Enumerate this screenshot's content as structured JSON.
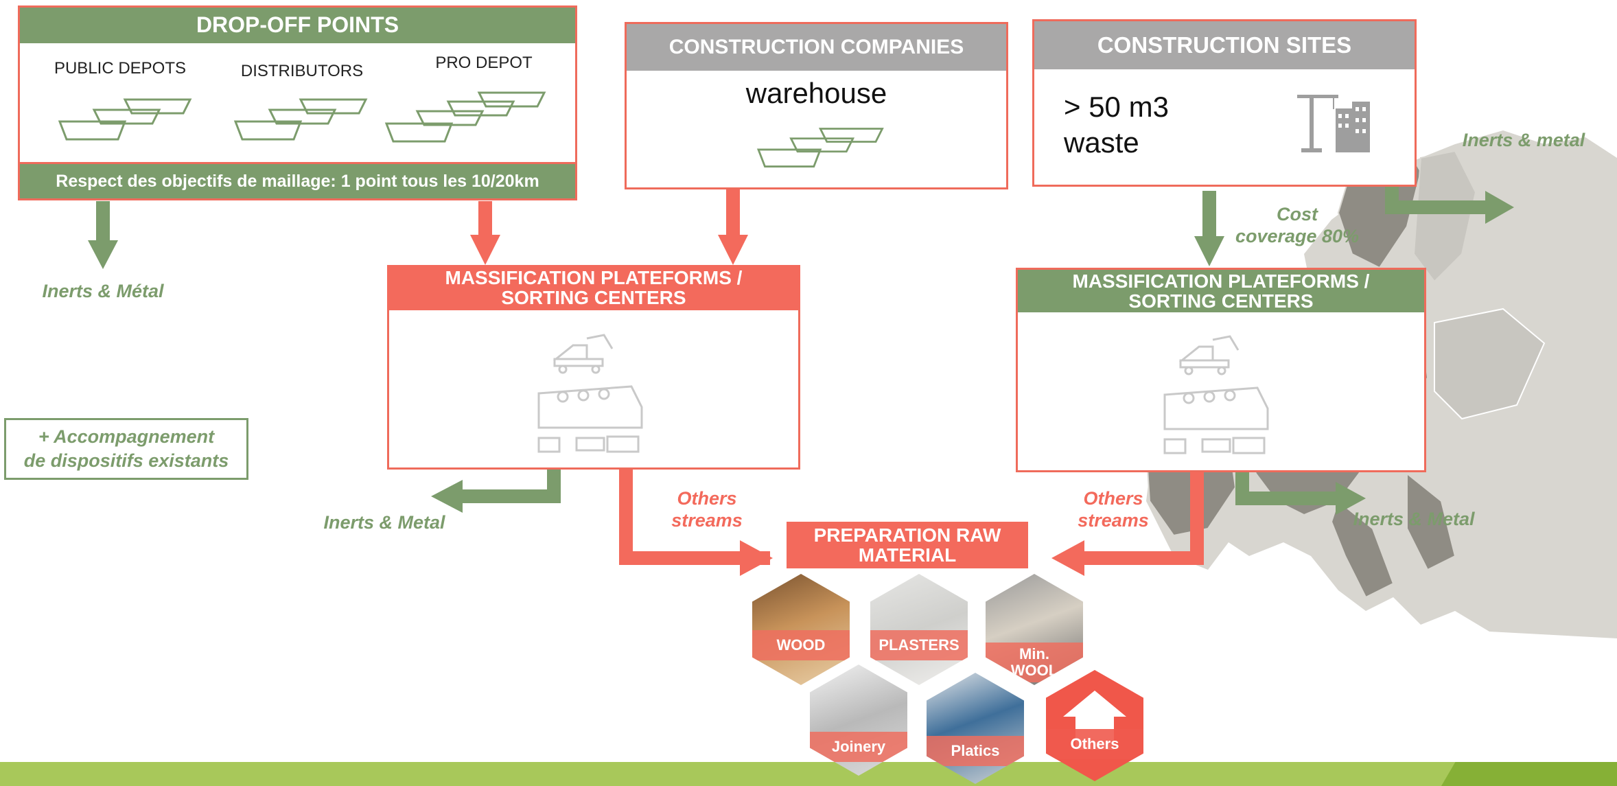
{
  "dropoff": {
    "title": "DROP-OFF POINTS",
    "col1": "PUBLIC DEPOTS",
    "col2": "DISTRIBUTORS",
    "col3": "PRO DEPOT",
    "footer": "Respect des objectifs de maillage: 1 point tous les 10/20km",
    "out_label": "Inerts & Métal"
  },
  "companies": {
    "title": "CONSTRUCTION COMPANIES",
    "body": "warehouse"
  },
  "sites": {
    "title": "CONSTRUCTION SITES",
    "body_line1": "> 50 m3",
    "body_line2": "waste"
  },
  "cost": {
    "line1": "Cost",
    "line2": "coverage 80%"
  },
  "massif_left": {
    "title_line1": "MASSIFICATION PLATEFORMS /",
    "title_line2": "SORTING CENTERS"
  },
  "massif_right": {
    "title_line1": "MASSIFICATION PLATEFORMS /",
    "title_line2": "SORTING CENTERS"
  },
  "accomp": {
    "line1": "+ Accompagnement",
    "line2": "de dispositifs existants"
  },
  "labels": {
    "inerts_metal_left": "Inerts & Metal",
    "others_left_1": "Others",
    "others_left_2": "streams",
    "others_right_1": "Others",
    "others_right_2": "streams",
    "inerts_metal_right": "Inerts & Metal",
    "inerts_metal_top": "Inerts & metal"
  },
  "prep": {
    "line1": "PREPARATION RAW",
    "line2": "MATERIAL"
  },
  "materials": {
    "wood": "WOOD",
    "plasters": "PLASTERS",
    "minwool_1": "Min.",
    "minwool_2": "WOOL",
    "joinery": "Joinery",
    "platics": "Platics",
    "others": "Others"
  },
  "colors": {
    "green": "#7c9c6c",
    "coral": "#f36a5c",
    "grey": "#a9a8a8",
    "map": "#8f8c84",
    "lime": "#a8c85a"
  }
}
